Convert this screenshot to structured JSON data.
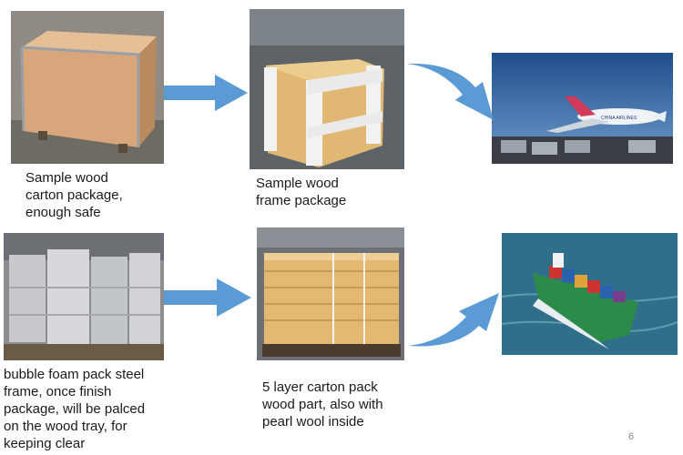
{
  "captions": {
    "wood_carton": "Sample wood\ncarton package,\nenough safe",
    "wood_frame": "Sample wood\nframe package",
    "bubble_foam": "bubble foam pack steel\nframe, once finish\npackage, will be palced\non the wood tray, for\nkeeping clear",
    "carton_pack": "5 layer carton pack\nwood part, also with\npearl wool inside"
  },
  "airline_text": "CHINA AIRLINES",
  "page_number": "6",
  "colors": {
    "arrow": "#5b9bd5",
    "plywood": "#d8a67a",
    "carton": "#e0b873",
    "sky": "#2b5fa0",
    "sea": "#2f6f8a"
  }
}
